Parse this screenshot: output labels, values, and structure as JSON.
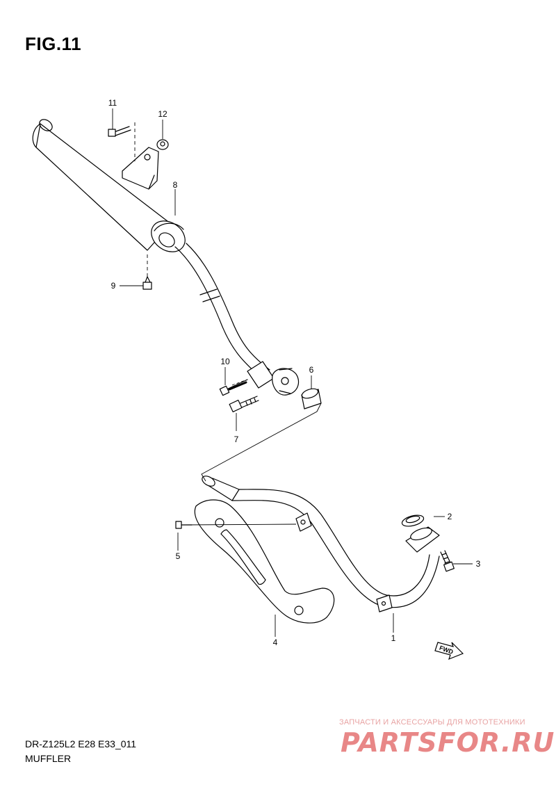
{
  "figure": {
    "title": "FIG.11"
  },
  "callouts": [
    {
      "id": "c1",
      "label": "1"
    },
    {
      "id": "c2",
      "label": "2"
    },
    {
      "id": "c3",
      "label": "3"
    },
    {
      "id": "c4",
      "label": "4"
    },
    {
      "id": "c5",
      "label": "5"
    },
    {
      "id": "c6",
      "label": "6"
    },
    {
      "id": "c7",
      "label": "7"
    },
    {
      "id": "c8",
      "label": "8"
    },
    {
      "id": "c9",
      "label": "9"
    },
    {
      "id": "c10",
      "label": "10"
    },
    {
      "id": "c11",
      "label": "11"
    },
    {
      "id": "c12",
      "label": "12"
    }
  ],
  "fwd_label": "FWD",
  "footer": {
    "model_code": "DR-Z125L2 E28 E33_011",
    "section_name": "MUFFLER"
  },
  "watermark": {
    "subtitle": "ЗАПЧАСТИ И АКСЕССУАРЫ ДЛЯ МОТОТЕХНИКИ",
    "brand": "PARTSFOR.RU"
  }
}
